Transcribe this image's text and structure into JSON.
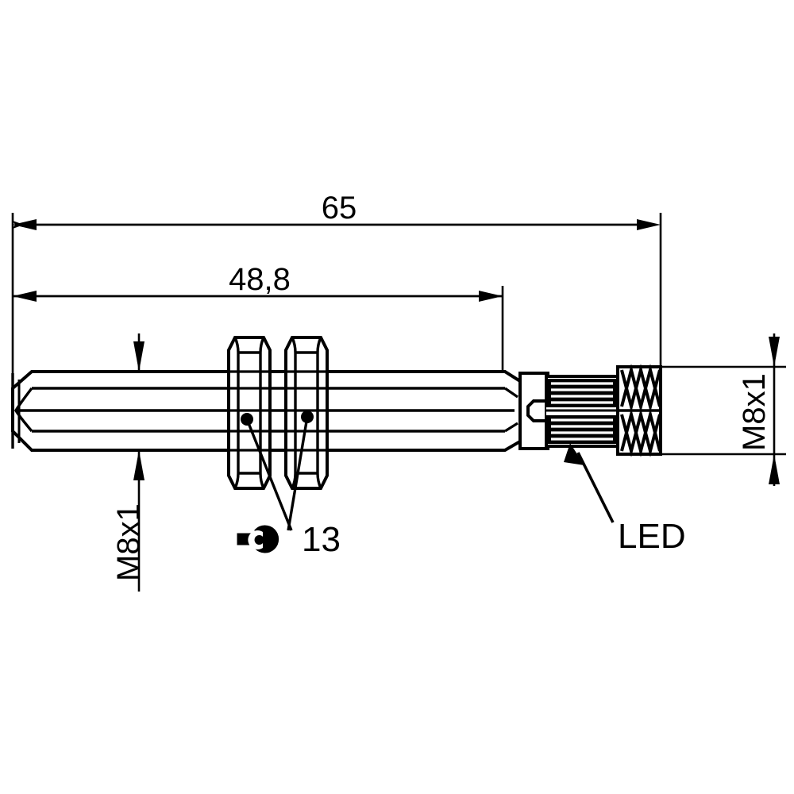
{
  "drawing": {
    "title": "Inductive proximity sensor dimensional drawing",
    "units": "mm",
    "line_color": "#000000",
    "background_color": "#ffffff"
  },
  "dimensions": {
    "overall_length": {
      "value": "65",
      "name": "overall-length-dimension"
    },
    "thread_length": {
      "value": "48,8",
      "name": "thread-length-dimension"
    },
    "wrench_size": {
      "value": "13",
      "name": "wrench-size-dimension"
    }
  },
  "labels": {
    "thread_left": "M8x1",
    "thread_right": "M8x1",
    "led": "LED"
  },
  "icons": {
    "wrench": "wrench-icon",
    "led_pointer": "led-leader-arrow",
    "dimension_arrow": "dimension-arrowhead"
  },
  "components": {
    "sensing_face": "sensing-face",
    "barrel": "threaded-barrel",
    "nut_front": "hex-nut-front",
    "nut_rear": "hex-nut-rear",
    "led_window": "led-indicator-window",
    "connector_thread": "m8-connector-thread"
  }
}
